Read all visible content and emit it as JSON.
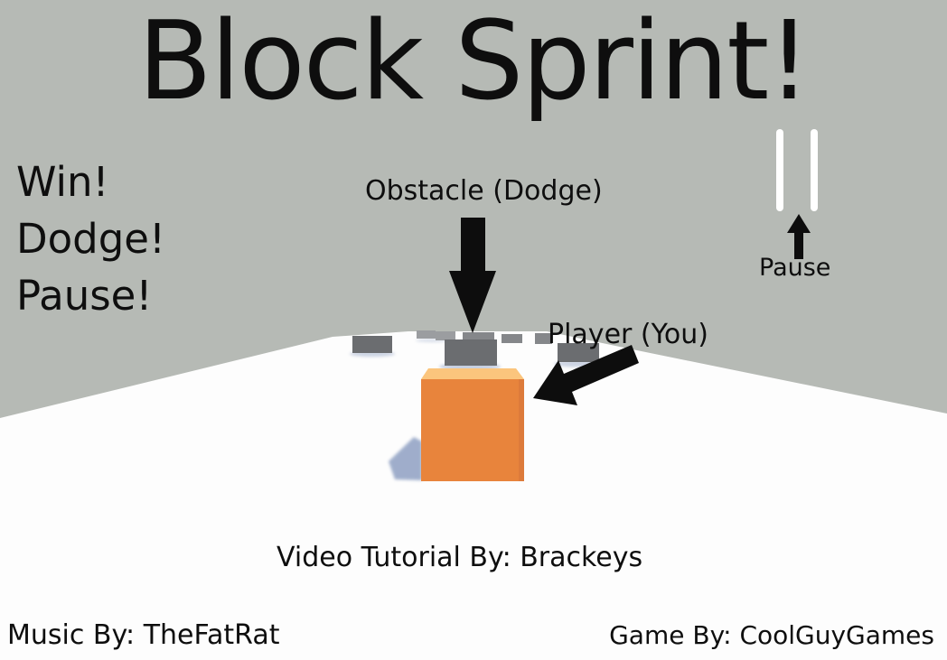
{
  "title": "Block Sprint!",
  "instructions": [
    "Win!",
    "Dodge!",
    "Pause!"
  ],
  "labels": {
    "obstacle": "Obstacle (Dodge)",
    "player": "Player (You)",
    "pause": "Pause"
  },
  "credits": {
    "tutorial": "Video Tutorial By: Brackeys",
    "music": "Music By: TheFatRat",
    "game": "Game By: CoolGuyGames"
  },
  "colors": {
    "sky": "#b6bab5",
    "floor": "#fdfdfd",
    "player_front": "#e8843c",
    "player_top": "#fbc57d",
    "player_side": "#d8783a",
    "obstacle_dark": "#6b6d70",
    "obstacle_mid": "#85878a",
    "obstacle_light": "#9b9da0",
    "shadow": "#8fa0c3",
    "ink": "#0d0d0d",
    "pause_bars": "#ffffff"
  }
}
